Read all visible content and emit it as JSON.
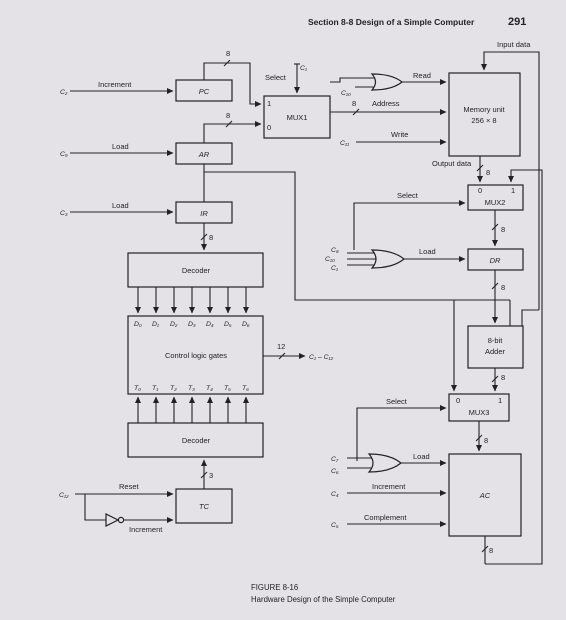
{
  "header": {
    "section": "Section 8-8  Design of a Simple Computer",
    "page_number": "291"
  },
  "blocks": {
    "pc": "PC",
    "ar": "AR",
    "ir": "IR",
    "mux1": "MUX1",
    "memory_line1": "Memory unit",
    "memory_line2": "256 × 8",
    "mux2": "MUX2",
    "dr": "DR",
    "adder_line1": "8-bit",
    "adder_line2": "Adder",
    "mux3": "MUX3",
    "ac": "AC",
    "decoder_top": "Decoder",
    "control_logic": "Control logic gates",
    "decoder_bottom": "Decoder",
    "tc": "TC"
  },
  "decoder_outputs": [
    "D₀",
    "D₁",
    "D₂",
    "D₃",
    "D₄",
    "D₅",
    "D₆"
  ],
  "timing_outputs": [
    "T₀",
    "T₁",
    "T₂",
    "T₃",
    "T₄",
    "T₅",
    "T₆"
  ],
  "labels": {
    "increment_pc": "Increment",
    "load_ar": "Load",
    "load_ir": "Load",
    "select_mux1": "Select",
    "read": "Read",
    "address": "Address",
    "write": "Write",
    "input_data": "Input data",
    "output_data": "Output data",
    "select_mux2": "Select",
    "load_dr": "Load",
    "select_mux3": "Select",
    "load_ac": "Load",
    "increment_ac": "Increment",
    "complement": "Complement",
    "reset": "Reset",
    "increment_tc": "Increment",
    "control_out": "C₁ – C₁₂",
    "mux_in_1": "1",
    "mux_in_0": "0"
  },
  "signals": {
    "c2": "C₂",
    "c9": "C₉",
    "c3": "C₃",
    "c1": "C₁",
    "c10": "C₁₀",
    "c11": "C₁₁",
    "c8_dr": "C₈",
    "c10_dr": "C₁₀",
    "c1_dr": "C₁",
    "c7": "C₇",
    "c6": "C₆",
    "c4": "C₄",
    "c5": "C₅",
    "c12": "C₁₂"
  },
  "bus_widths": {
    "pc_top": "8",
    "ar_in": "8",
    "address": "8",
    "ir_out": "8",
    "output_data": "8",
    "mux2_out": "8",
    "dr_out": "8",
    "adder_out": "8",
    "ac_out": "8",
    "control": "12",
    "tc": "3"
  },
  "caption": {
    "title": "FIGURE 8-16",
    "text": "Hardware Design of the Simple Computer"
  }
}
